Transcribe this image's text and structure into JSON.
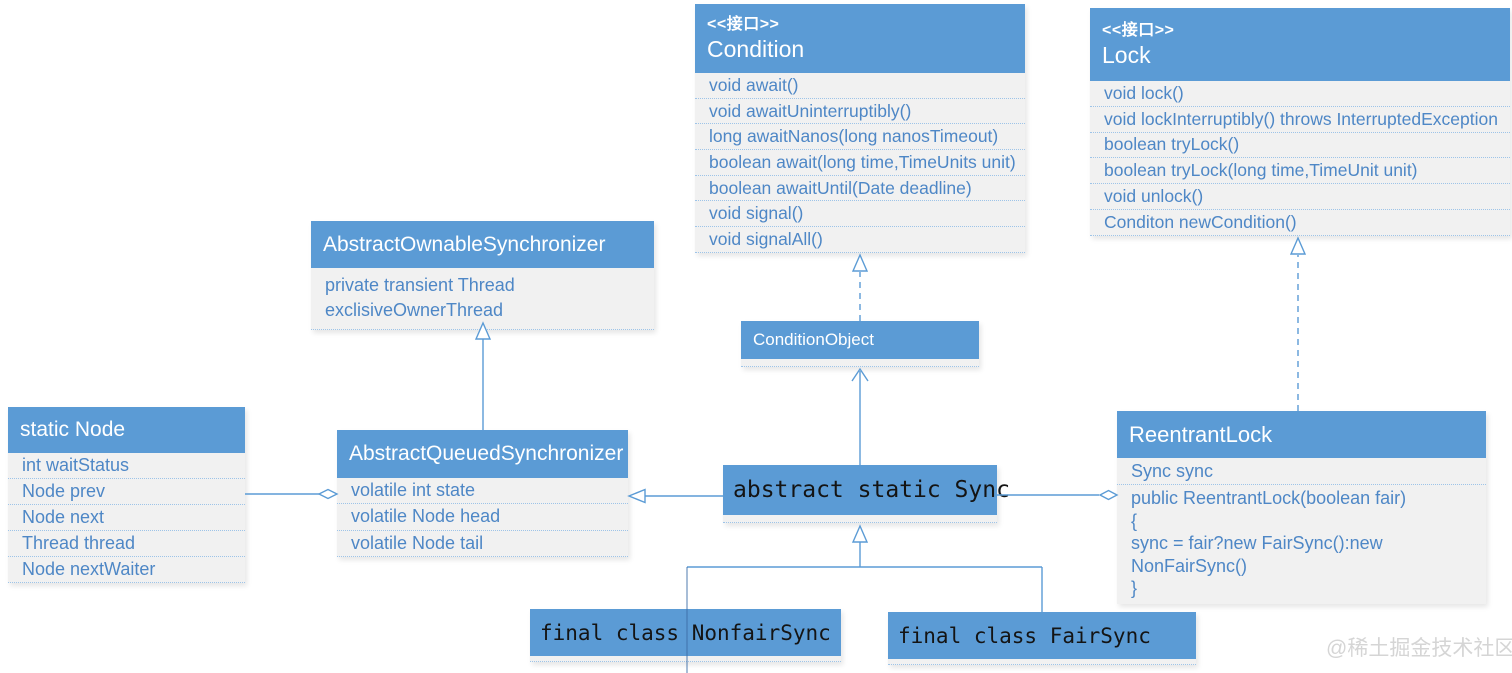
{
  "diagram_title": "AQS / ReentrantLock UML class diagram",
  "colors": {
    "header_blue": "#5b9bd5",
    "body_gray": "#f1f1f1",
    "member_text_blue": "#4e87c6",
    "separator_blue": "#9ec4e8",
    "edge_blue": "#5b9bd5",
    "mono_text": "#141414",
    "watermark_gray": "#d5d5d5"
  },
  "watermark": "@稀土掘金技术社区",
  "classes": {
    "condition": {
      "stereotype": "<<接口>>",
      "name": "Condition",
      "members": [
        "void await()",
        "void awaitUninterruptibly()",
        "long awaitNanos(long nanosTimeout)",
        "boolean await(long time,TimeUnits unit)",
        "boolean awaitUntil(Date deadline)",
        "void signal()",
        "void signalAll()"
      ]
    },
    "lock": {
      "stereotype": "<<接口>>",
      "name": "Lock",
      "members": [
        "void lock()",
        "void lockInterruptibly() throws InterruptedException",
        "boolean tryLock()",
        "boolean tryLock(long time,TimeUnit unit)",
        "void unlock()",
        "Conditon newCondition()"
      ]
    },
    "abstract_ownable_synchronizer": {
      "name": "AbstractOwnableSynchronizer",
      "members": [
        "private transient Thread exclisiveOwnerThread"
      ]
    },
    "static_node": {
      "name": "static Node",
      "members": [
        "int waitStatus",
        "Node prev",
        "Node next",
        "Thread thread",
        "Node nextWaiter"
      ]
    },
    "abstract_queued_synchronizer": {
      "name": "AbstractQueuedSynchronizer",
      "members": [
        "volatile int state",
        "volatile Node head",
        "volatile Node tail"
      ]
    },
    "condition_object": {
      "name": "ConditionObject"
    },
    "sync": {
      "name": "abstract static Sync"
    },
    "reentrant_lock": {
      "name": "ReentrantLock",
      "members": [
        "Sync sync"
      ],
      "constructor_block": "public ReentrantLock(boolean fair)\n{\nsync = fair?new FairSync():new NonFairSync()\n}"
    },
    "nonfair_sync": {
      "name": "final class NonfairSync"
    },
    "fair_sync": {
      "name": "final class FairSync"
    }
  },
  "relations": [
    "AbstractQueuedSynchronizer --|> AbstractOwnableSynchronizer",
    "static Node <>-- AbstractQueuedSynchronizer",
    "abstract static Sync --|> AbstractQueuedSynchronizer",
    "ReentrantLock <>-- abstract static Sync",
    "abstract static Sync --> ConditionObject",
    "ConditionObject ..|> Condition",
    "ReentrantLock ..|> Lock",
    "final class NonfairSync --|> abstract static Sync",
    "final class FairSync --|> abstract static Sync"
  ]
}
